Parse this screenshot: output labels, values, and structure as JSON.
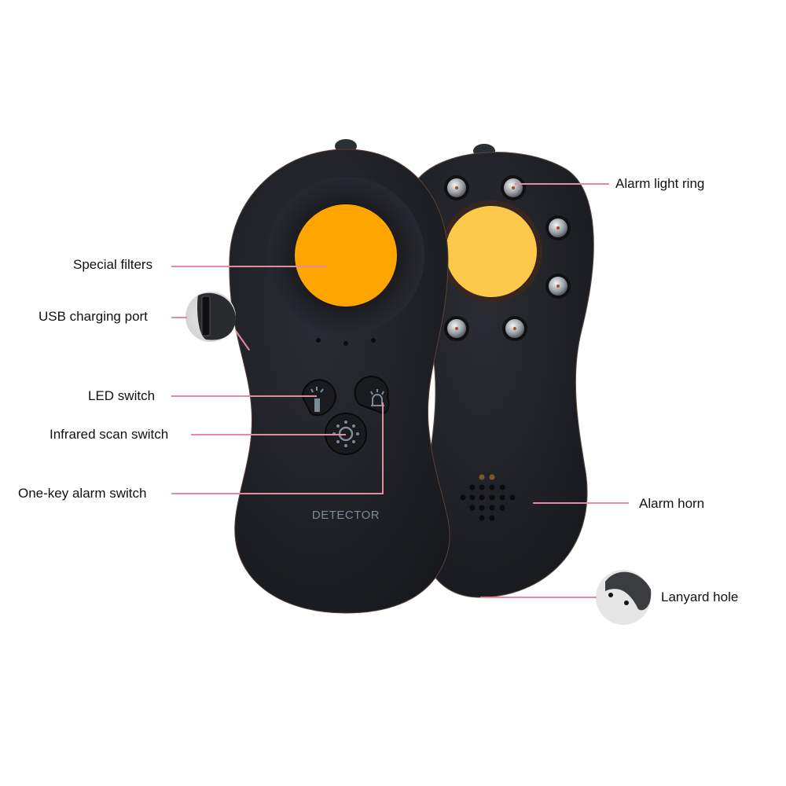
{
  "diagram": {
    "subject": "Anti-spy camera detector (front and back views)",
    "device_print": "DETECTOR",
    "colors": {
      "body": "#1f2126",
      "filter_front": "#ffa500",
      "filter_back": "#fcc94a",
      "leader_line": "#e58aa0",
      "icon": "#7d8b96"
    },
    "labels": {
      "special_filters": "Special filters",
      "usb_port": "USB charging port",
      "led_switch": "LED switch",
      "ir_scan_switch": "Infrared scan switch",
      "alarm_switch": "One-key alarm switch",
      "alarm_light_ring": "Alarm light ring",
      "alarm_horn": "Alarm horn",
      "lanyard_hole": "Lanyard hole"
    },
    "icons": {
      "led_button": "flashlight-icon",
      "alarm_button": "siren-icon",
      "scan_button": "sun-ring-icon"
    }
  }
}
